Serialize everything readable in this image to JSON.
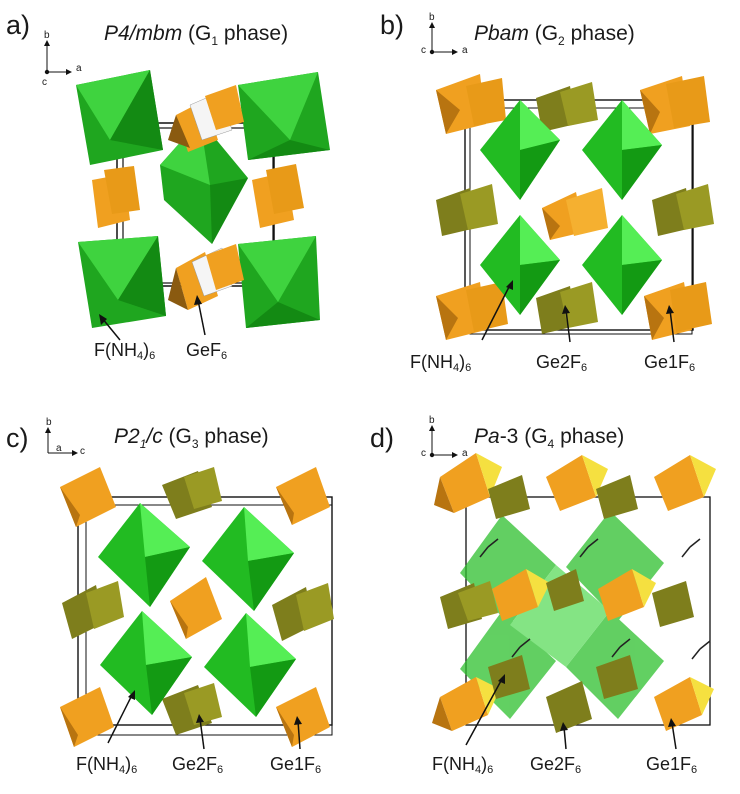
{
  "panels": [
    {
      "id": "a",
      "letter": "a)",
      "space_group": "P4/mbm",
      "phase": "G",
      "phase_sub": "1",
      "phase_suffix": "phase",
      "axes": [
        "b",
        "a",
        "c"
      ],
      "labels": [
        {
          "main": "F(NH",
          "sub": "4",
          "tail": ")",
          "sub2": "6"
        },
        {
          "main": "GeF",
          "sub": "6",
          "tail": "",
          "sub2": ""
        }
      ]
    },
    {
      "id": "b",
      "letter": "b)",
      "space_group": "Pbam",
      "phase": "G",
      "phase_sub": "2",
      "phase_suffix": "phase",
      "axes": [
        "b",
        "a",
        "c"
      ],
      "labels": [
        {
          "main": "F(NH",
          "sub": "4",
          "tail": ")",
          "sub2": "6"
        },
        {
          "main": "Ge2F",
          "sub": "6",
          "tail": "",
          "sub2": ""
        },
        {
          "main": "Ge1F",
          "sub": "6",
          "tail": "",
          "sub2": ""
        }
      ]
    },
    {
      "id": "c",
      "letter": "c)",
      "space_group": "P2",
      "space_group_sub": "1",
      "space_group_tail": "/c",
      "phase": "G",
      "phase_sub": "3",
      "phase_suffix": "phase",
      "axes": [
        "b",
        "a",
        "c"
      ],
      "labels": [
        {
          "main": "F(NH",
          "sub": "4",
          "tail": ")",
          "sub2": "6"
        },
        {
          "main": "Ge2F",
          "sub": "6",
          "tail": "",
          "sub2": ""
        },
        {
          "main": "Ge1F",
          "sub": "6",
          "tail": "",
          "sub2": ""
        }
      ]
    },
    {
      "id": "d",
      "letter": "d)",
      "space_group": "Pa",
      "space_group_tail": "-3",
      "phase": "G",
      "phase_sub": "4",
      "phase_suffix": "phase",
      "axes": [
        "b",
        "a",
        "c"
      ],
      "labels": [
        {
          "main": "F(NH",
          "sub": "4",
          "tail": ")",
          "sub2": "6"
        },
        {
          "main": "Ge2F",
          "sub": "6",
          "tail": "",
          "sub2": ""
        },
        {
          "main": "Ge1F",
          "sub": "6",
          "tail": "",
          "sub2": ""
        }
      ]
    }
  ],
  "colors": {
    "nh4_octahedron": "#22bb22",
    "nh4_light": "#55ee55",
    "gef6_orange": "#f0a020",
    "gef6_olive": "#8a8a20",
    "gef6_yellow": "#f5e040",
    "cell_edge": "#111111",
    "fluorine_atom": "#88dd44"
  }
}
